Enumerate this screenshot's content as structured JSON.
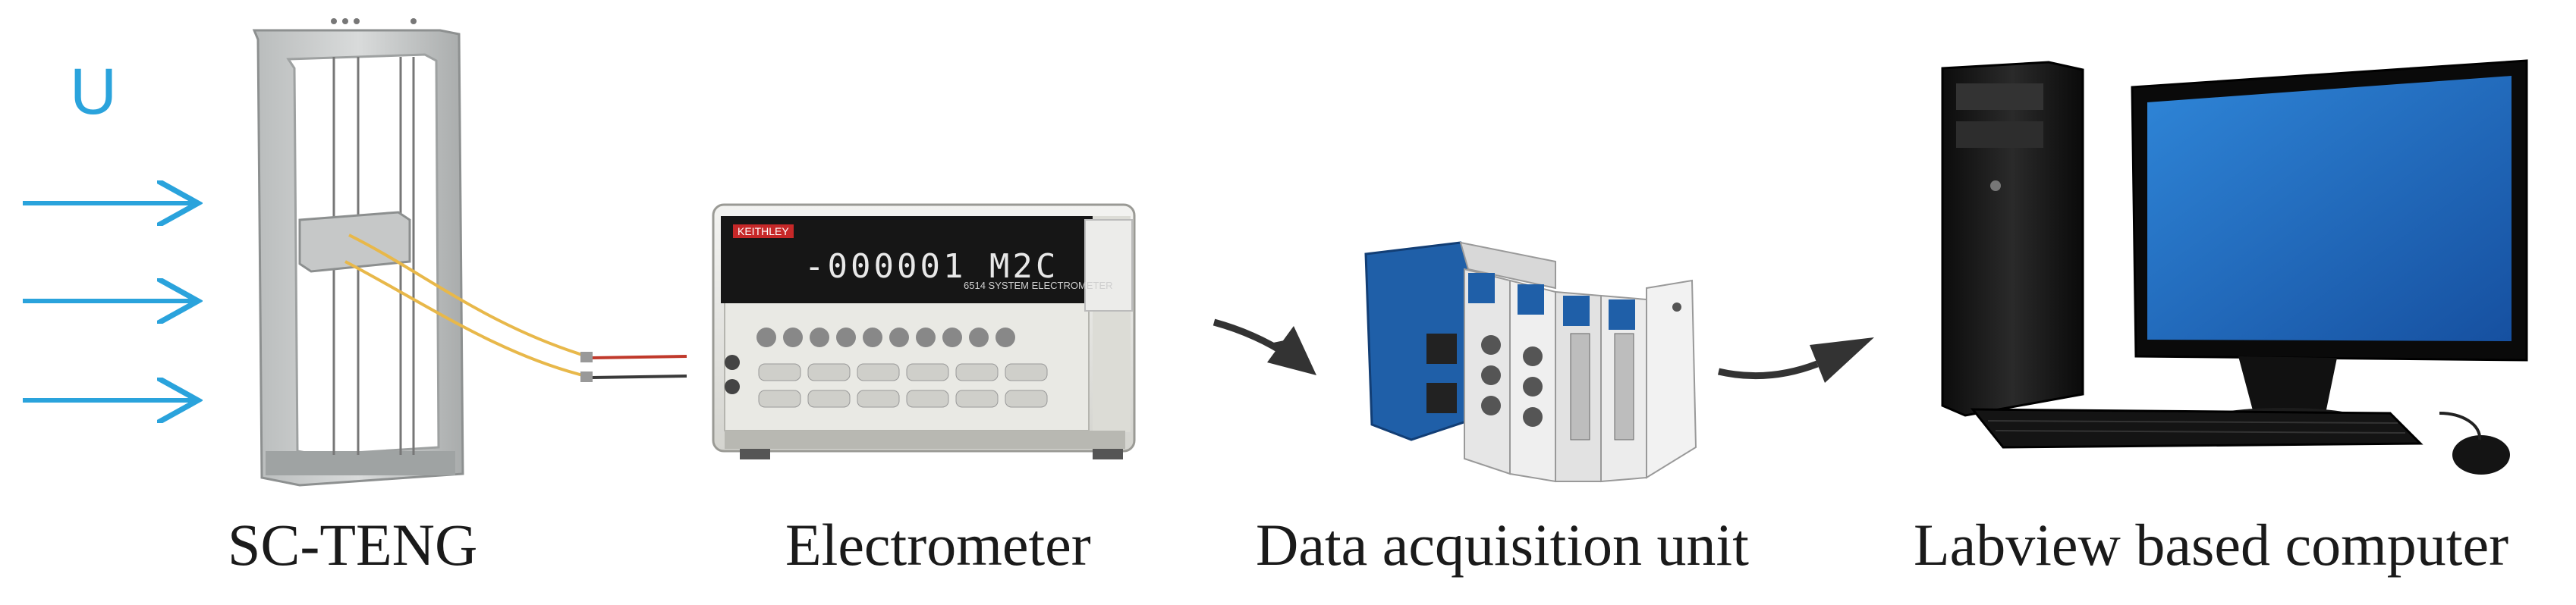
{
  "wind": {
    "label": "U"
  },
  "devices": {
    "teng": {
      "caption": "SC-TENG"
    },
    "electrometer": {
      "caption": "Electrometer",
      "brand": "KEITHLEY",
      "display": "-000001 M2C",
      "model": "6514 SYSTEM ELECTROMETER"
    },
    "daq": {
      "caption": "Data acquisition unit"
    },
    "computer": {
      "caption": "Labview based computer"
    }
  },
  "colors": {
    "wind_arrow": "#2aa3dc",
    "wire_yellow": "#e8b84a",
    "wire_red": "#c0392b",
    "flow_arrow": "#333333",
    "daq_blue": "#1f5fa8",
    "screen_blue": "#1f6fc2"
  }
}
